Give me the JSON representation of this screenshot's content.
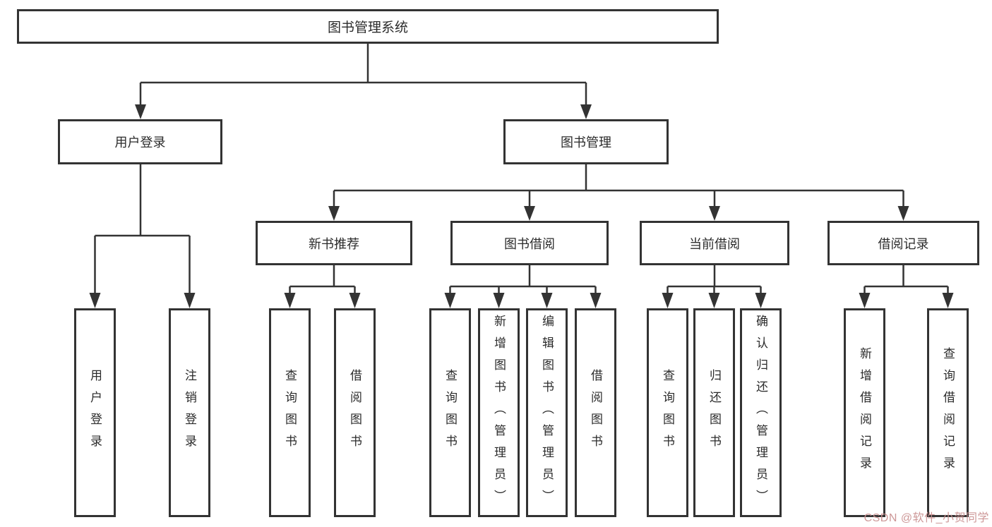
{
  "tree": {
    "root": "图书管理系统",
    "user_branch": {
      "label": "用户登录",
      "children": [
        "用户登录",
        "注销登录"
      ]
    },
    "book_branch": {
      "label": "图书管理",
      "groups": [
        {
          "label": "新书推荐",
          "children": [
            "查询图书",
            "借阅图书"
          ]
        },
        {
          "label": "图书借阅",
          "children": [
            "查询图书",
            "新增图书（管理员）",
            "编辑图书（管理员）",
            "借阅图书"
          ]
        },
        {
          "label": "当前借阅",
          "children": [
            "查询图书",
            "归还图书",
            "确认归还（管理员）"
          ]
        },
        {
          "label": "借阅记录",
          "children": [
            "新增借阅记录",
            "查询借阅记录"
          ]
        }
      ]
    }
  },
  "watermark": {
    "text": "CSDN @软件_小贺同学",
    "color": "#c98f8f"
  },
  "colors": {
    "line": "#333333",
    "box_border": "#333333",
    "background": "#ffffff",
    "text": "#2b2b2b"
  }
}
